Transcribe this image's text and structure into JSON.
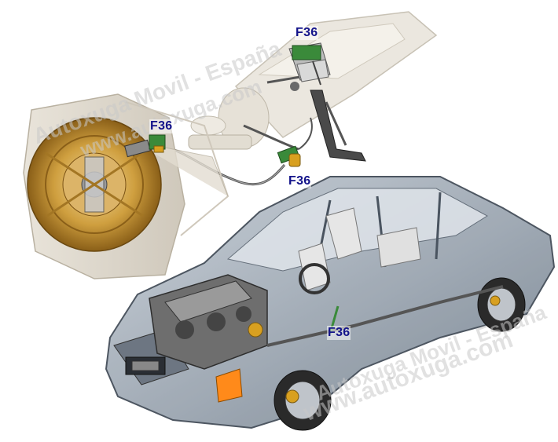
{
  "callouts": {
    "label_top": "F36",
    "label_left": "F36",
    "label_mid": "F36",
    "label_car": "F36"
  },
  "watermarks": {
    "line1": "Autoxuga Movil - España",
    "line2": "www.autoxuga.com",
    "line3": "www.autoxuga.com",
    "line4": "Autoxuga Movil - España"
  },
  "colors": {
    "callout_text": "#13138a",
    "car_body": "#8e9aa8",
    "engine": "#6e6e6e",
    "clutch_disc": "#c99a3a",
    "switch_connector": "#3a8a3a",
    "brake_caliper": "#d8a020",
    "indicator": "#ff8a1a"
  }
}
